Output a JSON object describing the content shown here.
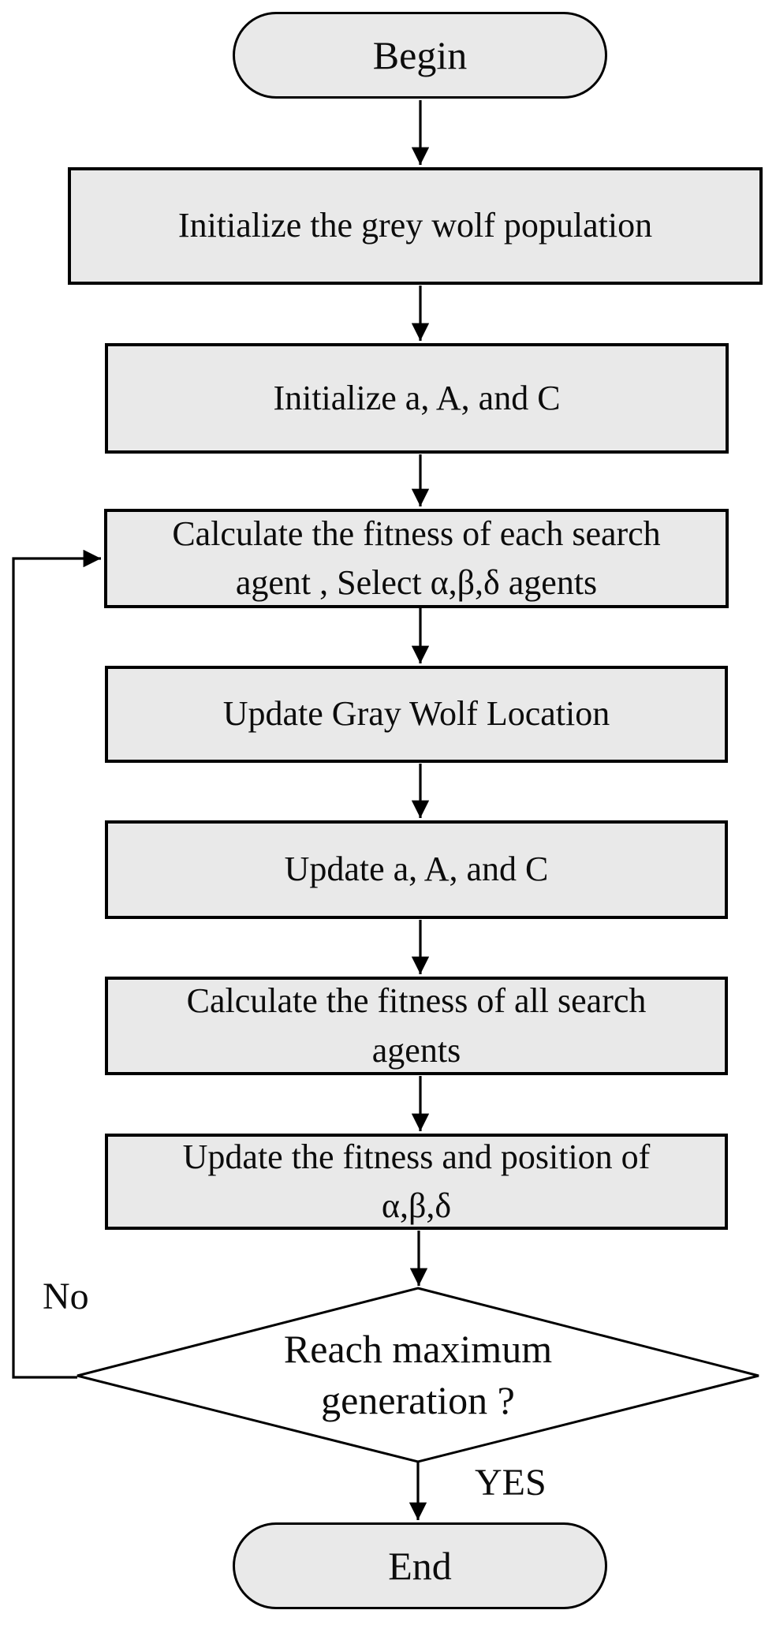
{
  "flowchart": {
    "nodes": [
      {
        "id": "begin",
        "type": "terminator",
        "label": "Begin"
      },
      {
        "id": "init-population",
        "type": "process",
        "label": "Initialize the grey wolf population"
      },
      {
        "id": "init-a-A-C",
        "type": "process",
        "label": "Initialize a, A, and C"
      },
      {
        "id": "calc-fitness-each",
        "type": "process",
        "label": "Calculate the fitness of each search\nagent , Select α,β,δ agents"
      },
      {
        "id": "update-location",
        "type": "process",
        "label": "Update Gray Wolf Location"
      },
      {
        "id": "update-a-A-C",
        "type": "process",
        "label": "Update a, A, and C"
      },
      {
        "id": "calc-fitness-all",
        "type": "process",
        "label": "Calculate the fitness of all search\nagents"
      },
      {
        "id": "update-fitness-pos",
        "type": "process",
        "label": "Update the fitness and position of\nα,β,δ"
      },
      {
        "id": "decision-max-gen",
        "type": "decision",
        "label": "Reach maximum\ngeneration ?"
      },
      {
        "id": "end",
        "type": "terminator",
        "label": "End"
      }
    ],
    "edges": {
      "no_label": "No",
      "yes_label": "YES"
    },
    "colors": {
      "node_fill": "#e9e9e9",
      "decision_fill": "#ffffff",
      "stroke": "#000000",
      "background": "#ffffff"
    }
  }
}
